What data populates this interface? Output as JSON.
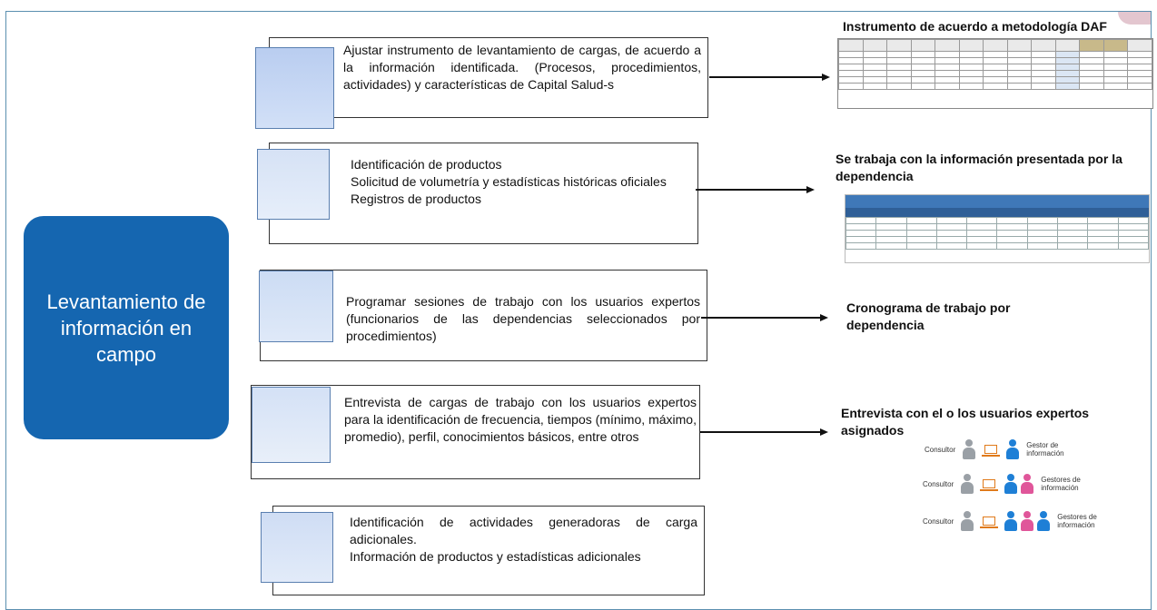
{
  "main_box": {
    "label": "Levantamiento de información en campo"
  },
  "steps": [
    {
      "text": "Ajustar instrumento de levantamiento de cargas, de acuerdo a la información identificada. (Procesos, procedimientos, actividades) y características de Capital Salud-s"
    },
    {
      "text": "Identificación de productos\nSolicitud de volumetría y estadísticas históricas oficiales\nRegistros de productos"
    },
    {
      "text": "Programar sesiones de trabajo con los usuarios expertos (funcionarios de las dependencias seleccionados por procedimientos)"
    },
    {
      "text": "Entrevista de cargas de trabajo con los usuarios expertos para la identificación de frecuencia, tiempos (mínimo, máximo, promedio), perfil, conocimientos básicos, entre otros"
    },
    {
      "text": "Identificación de actividades generadoras de carga adicionales.\nInformación de productos y estadísticas adicionales"
    }
  ],
  "outputs": [
    {
      "title": "Instrumento de acuerdo a metodología DAF"
    },
    {
      "title": "Se trabaja con la información presentada por la dependencia"
    },
    {
      "title": "Cronograma de trabajo por dependencia"
    },
    {
      "title": "Entrevista con el o los usuarios expertos asignados"
    }
  ],
  "legend": {
    "rows": [
      {
        "left": "Consultor",
        "right": "Gestor de información"
      },
      {
        "left": "Consultor",
        "right": "Gestores de información"
      },
      {
        "left": "Consultor",
        "right": "Gestores de información"
      }
    ]
  },
  "colors": {
    "main_box": "#1566b0",
    "square_fill": "#c4d6f3",
    "laptop": "#e07a1a",
    "person_blue": "#1e7fd6",
    "person_pink": "#e0569a"
  }
}
